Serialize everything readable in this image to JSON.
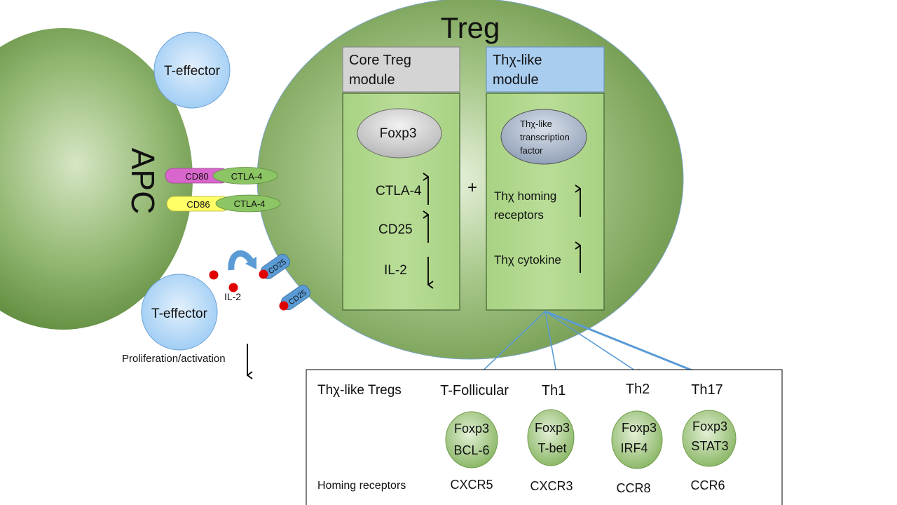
{
  "title": "Treg",
  "apc": {
    "label": "APC"
  },
  "t_effector_top": {
    "label": "T-effector"
  },
  "t_effector_bottom": {
    "label": "T-effector"
  },
  "receptors": [
    {
      "ligand": "CD80",
      "receptor": "CTLA-4",
      "ligand_color": "#d966cc"
    },
    {
      "ligand": "CD86",
      "receptor": "CTLA-4",
      "ligand_color": "#ffff66"
    }
  ],
  "il2": {
    "label": "IL-2"
  },
  "cd25": [
    {
      "label": "CD25"
    },
    {
      "label": "CD25"
    }
  ],
  "proliferation": {
    "label": "Proliferation/activation",
    "direction": "down"
  },
  "core_module": {
    "header": [
      "Core Treg",
      "module"
    ],
    "tf": "Foxp3",
    "items": [
      {
        "label": "CTLA-4",
        "direction": "up"
      },
      {
        "label": "CD25",
        "direction": "up"
      },
      {
        "label": "IL-2",
        "direction": "down"
      }
    ]
  },
  "plus": "+",
  "thx_module": {
    "header": [
      "Thχ-like",
      "module"
    ],
    "tf": [
      "Thχ-like",
      "transcription",
      "factor"
    ],
    "items": [
      {
        "label": [
          "Thχ homing",
          "receptors"
        ],
        "direction": "up"
      },
      {
        "label": [
          "Thχ cytokine"
        ],
        "direction": "up"
      }
    ]
  },
  "table": {
    "row1_label": "Thχ-like Tregs",
    "row3_label": "Homing receptors",
    "subsets": [
      {
        "name": "T-Follicular",
        "tf": [
          "Foxp3",
          "BCL-6"
        ],
        "receptor": "CXCR5"
      },
      {
        "name": "Th1",
        "tf": [
          "Foxp3",
          "T-bet"
        ],
        "receptor": "CXCR3"
      },
      {
        "name": "Th2",
        "tf": [
          "Foxp3",
          "IRF4"
        ],
        "receptor": "CCR8"
      },
      {
        "name": "Th17",
        "tf": [
          "Foxp3",
          "STAT3"
        ],
        "receptor": "CCR6"
      }
    ]
  },
  "colors": {
    "cell_green_dark": "#6f9a4a",
    "cell_green_light": "#c8e0b0",
    "module_green": "#b3d98f",
    "core_header": "#d4d4d4",
    "thx_header": "#a9cdef",
    "effector_blue": "#a9d2f5",
    "arrow_blue": "#5b9bd5",
    "il2_red": "#e00000",
    "cd25_blue": "#5b9bd5"
  }
}
